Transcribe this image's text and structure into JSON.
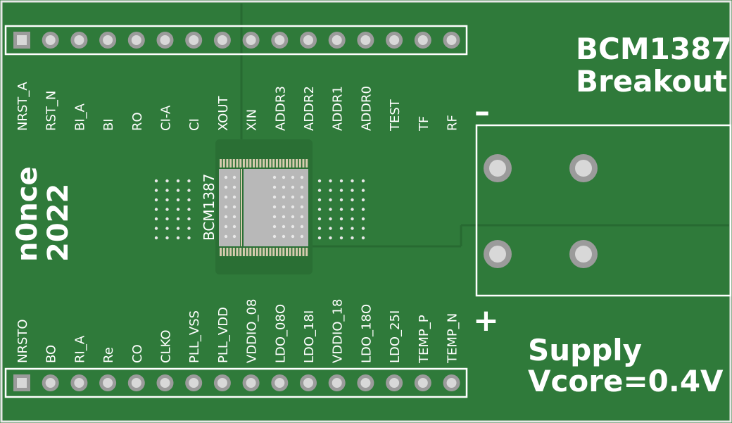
{
  "board": {
    "title_line1": "BCM1387",
    "title_line2": "Breakout",
    "maker_line1": "n0nce",
    "maker_line2": "2022",
    "chip_label": "BCM1387",
    "supply_line1": "Supply",
    "supply_line2": "Vcore=0.4V",
    "minus_symbol": "–",
    "plus_symbol": "+"
  },
  "top_header": {
    "pins": [
      "NRST_A",
      "RST_N",
      "BI_A",
      "BI",
      "RO",
      "CI-A",
      "CI",
      "XOUT",
      "XIN",
      "ADDR3",
      "ADDR2",
      "ADDR1",
      "ADDR0",
      "TEST",
      "TF",
      "RF"
    ]
  },
  "bottom_header": {
    "pins": [
      "NRSTO",
      "BO",
      "RI_A",
      "Re",
      "CO",
      "CLKO",
      "PLL_VSS",
      "PLL_VDD",
      "VDDIO_08",
      "LDO_08O",
      "LDO_18I",
      "VDDIO_18",
      "LDO_18O",
      "LDO_25I",
      "TEMP_P",
      "TEMP_N"
    ]
  },
  "colors": {
    "board": "#2f7a3a",
    "board_dark": "#2a6f34",
    "silkscreen": "#ffffff",
    "pad": "#d8d8d8",
    "pad_ring": "#9b9b9b",
    "chip": "#b8b8b8",
    "chip_pad": "#d8ccb0",
    "edge": "#e8e8e8"
  }
}
